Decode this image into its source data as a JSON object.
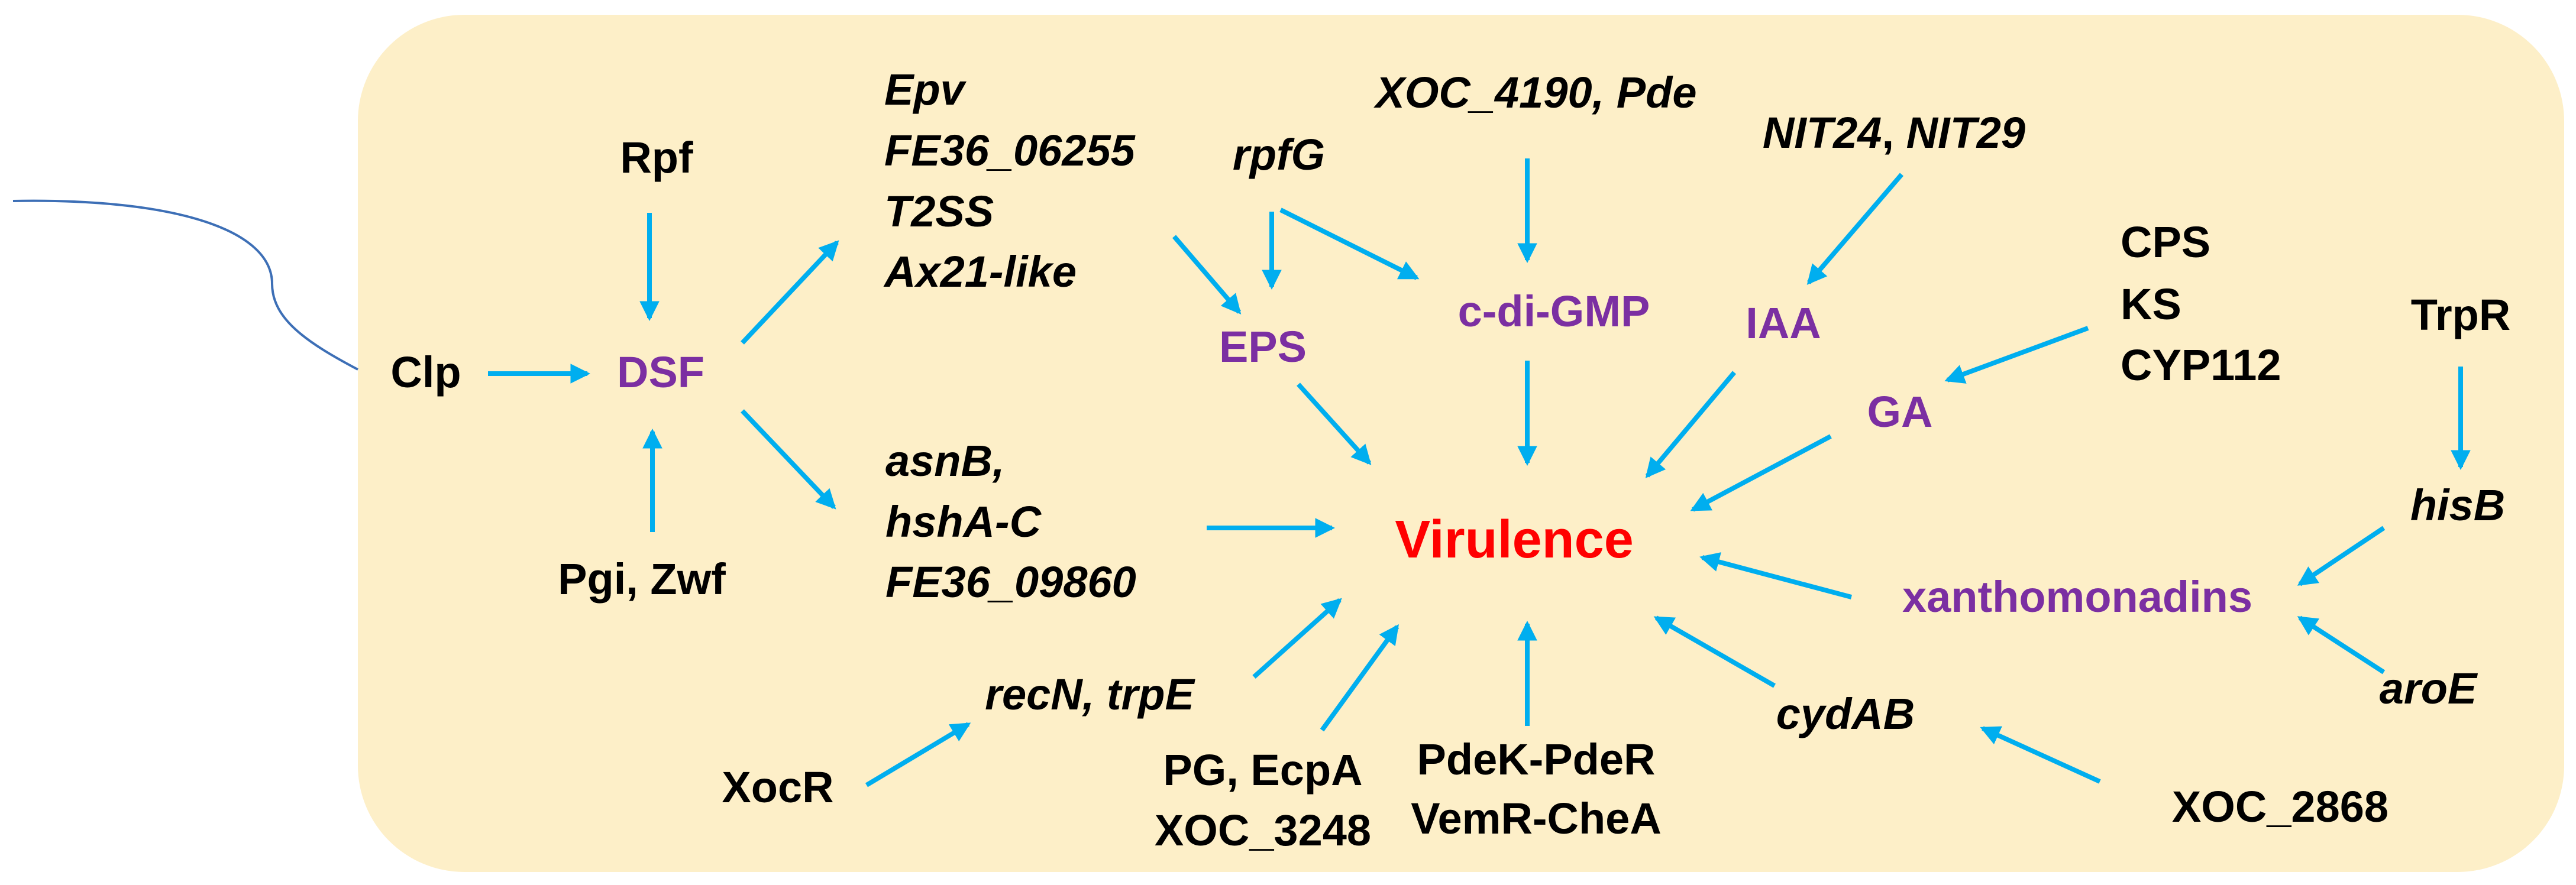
{
  "colors": {
    "cell_fill": "#FDEFC8",
    "arrow": "#00AEEF",
    "text_black": "#000000",
    "text_purple": "#7B2FA2",
    "text_red": "#FF0000",
    "tail_line": "#3D6FB6"
  },
  "nodes": {
    "rpf": "Rpf",
    "clp": "Clp",
    "dsf": "DSF",
    "pgi_zwf": "Pgi, Zwf",
    "epv_group": [
      "Epv",
      "FE36_06255",
      "T2SS",
      "Ax21-like"
    ],
    "rpfg": "rpfG",
    "eps": "EPS",
    "xoc4190_pde": "XOC_4190, Pde",
    "cdigmp": "c-di-GMP",
    "nit24": "NIT24",
    "nit_sep": ", ",
    "nit29": "NIT29",
    "iaa": "IAA",
    "cps_group": [
      "CPS",
      "KS",
      "CYP112"
    ],
    "ga": "GA",
    "trpr": "TrpR",
    "hisb": "hisB",
    "xanthomonadins": "xanthomonadins",
    "aroe": "aroE",
    "asnb_group": [
      "asnB,",
      "hshA-C",
      "FE36_09860"
    ],
    "virulence": "Virulence",
    "recn_trpe": "recN, trpE",
    "xocr": "XocR",
    "pg_group": [
      "PG, EcpA",
      "XOC_3248"
    ],
    "pdek_group": [
      "PdeK-PdeR",
      "VemR-CheA"
    ],
    "cydab": "cydAB",
    "xoc2868": "XOC_2868"
  }
}
